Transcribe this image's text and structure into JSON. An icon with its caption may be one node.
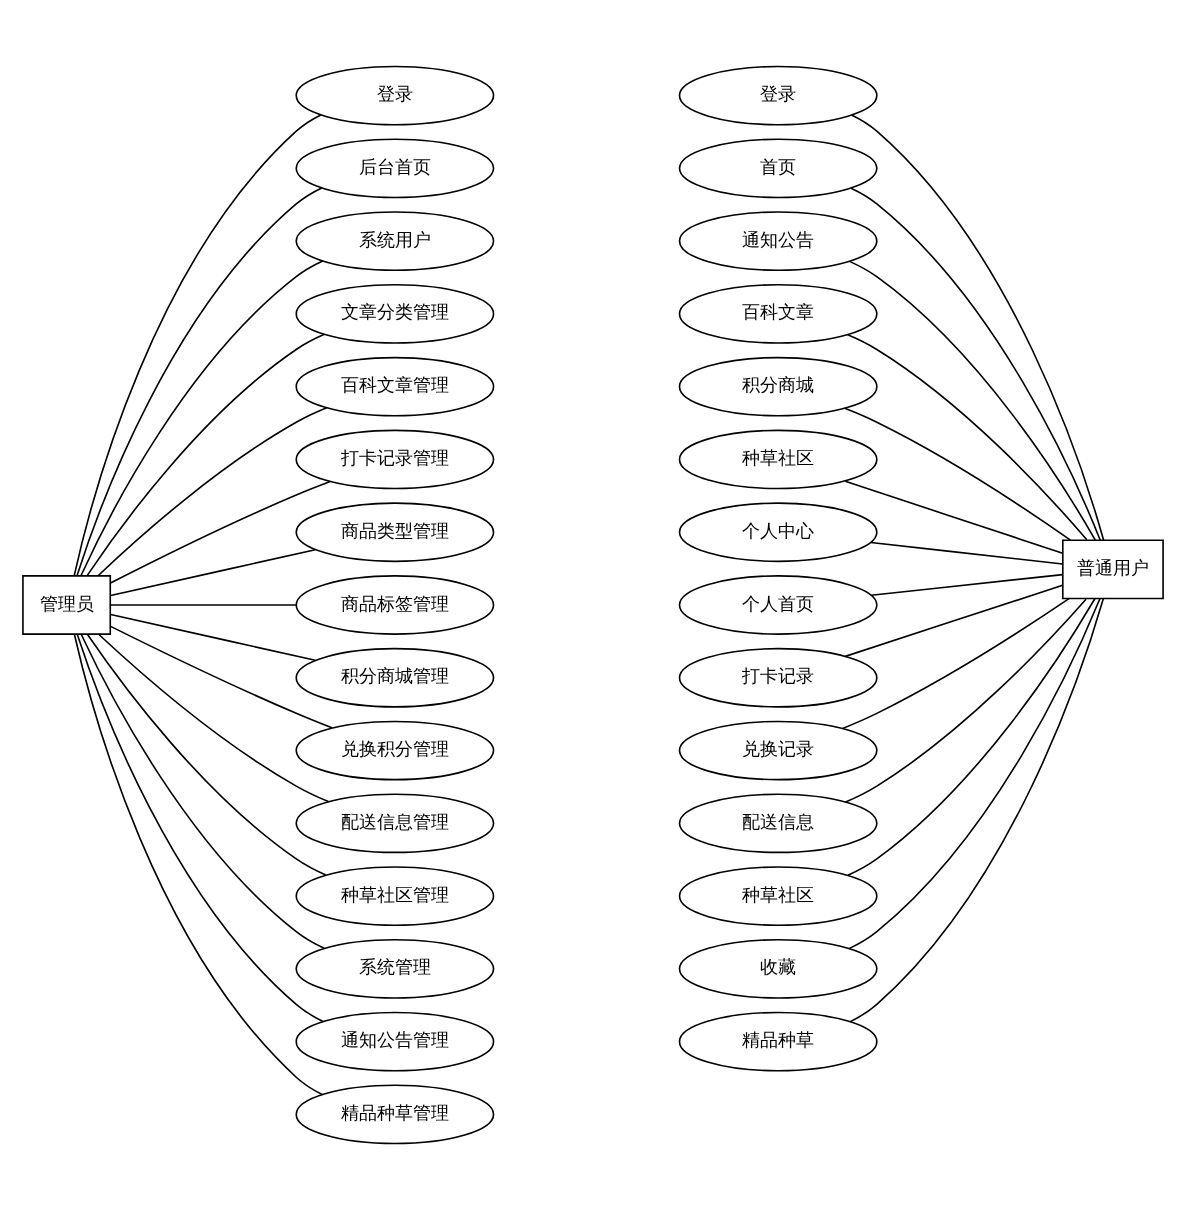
{
  "diagram": {
    "nodes": [
      {
        "text": [
          "管理员"
        ]
      },
      {
        "text": [
          "登录"
        ]
      },
      {
        "text": [
          "后台首页"
        ]
      },
      {
        "text": [
          "系统用户"
        ]
      },
      {
        "text": [
          "文章分类管理"
        ]
      },
      {
        "text": [
          "百科文章管理"
        ]
      },
      {
        "text": [
          "打卡记录管理"
        ]
      },
      {
        "text": [
          "商品类型管理"
        ]
      },
      {
        "text": [
          "商品标签管理"
        ]
      },
      {
        "text": [
          "积分商城管理"
        ]
      },
      {
        "text": [
          "兑换积分管理"
        ]
      },
      {
        "text": [
          "配送信息管理"
        ]
      },
      {
        "text": [
          "种草社区管理"
        ]
      },
      {
        "text": [
          "系统管理"
        ]
      },
      {
        "text": [
          "通知公告管理"
        ]
      },
      {
        "text": [
          "精品种草管理"
        ]
      },
      {
        "text": [
          "登录"
        ]
      },
      {
        "text": [
          "首页"
        ]
      },
      {
        "text": [
          "通知公告"
        ]
      },
      {
        "text": [
          "百科文章"
        ]
      },
      {
        "text": [
          "积分商城"
        ]
      },
      {
        "text": [
          "种草社区"
        ]
      },
      {
        "text": [
          "个人中心"
        ]
      },
      {
        "text": [
          "个人首页"
        ]
      },
      {
        "text": [
          "打卡记录"
        ]
      },
      {
        "text": [
          "兑换记录"
        ]
      },
      {
        "text": [
          "配送信息"
        ]
      },
      {
        "text": [
          "种草社区"
        ]
      },
      {
        "text": [
          "收藏"
        ]
      },
      {
        "text": [
          "精品种草"
        ]
      },
      {
        "text": [
          "普通用户"
        ]
      }
    ],
    "edges": [
      {
        "from": 0,
        "to": 1,
        "arrow": "none"
      },
      {
        "from": 0,
        "to": 2,
        "arrow": "none"
      },
      {
        "from": 0,
        "to": 3,
        "arrow": "none"
      },
      {
        "from": 0,
        "to": 4,
        "arrow": "none"
      },
      {
        "from": 0,
        "to": 5,
        "arrow": "none"
      },
      {
        "from": 0,
        "to": 6,
        "arrow": "none"
      },
      {
        "from": 0,
        "to": 7,
        "arrow": "none"
      },
      {
        "from": 0,
        "to": 8,
        "arrow": "none"
      },
      {
        "from": 0,
        "to": 9,
        "arrow": "none"
      },
      {
        "from": 0,
        "to": 10,
        "arrow": "none"
      },
      {
        "from": 0,
        "to": 11,
        "arrow": "none"
      },
      {
        "from": 0,
        "to": 12,
        "arrow": "none"
      },
      {
        "from": 0,
        "to": 13,
        "arrow": "none"
      },
      {
        "from": 0,
        "to": 14,
        "arrow": "none"
      },
      {
        "from": 0,
        "to": 15,
        "arrow": "none"
      },
      {
        "from": 16,
        "to": 30,
        "arrow": "none"
      },
      {
        "from": 17,
        "to": 30,
        "arrow": "none"
      },
      {
        "from": 18,
        "to": 30,
        "arrow": "none"
      },
      {
        "from": 19,
        "to": 30,
        "arrow": "none"
      },
      {
        "from": 20,
        "to": 30,
        "arrow": "none"
      },
      {
        "from": 21,
        "to": 30,
        "arrow": "none"
      },
      {
        "from": 22,
        "to": 30,
        "arrow": "none"
      },
      {
        "from": 23,
        "to": 30,
        "arrow": "none"
      },
      {
        "from": 24,
        "to": 30,
        "arrow": "none"
      },
      {
        "from": 25,
        "to": 30,
        "arrow": "none"
      },
      {
        "from": 26,
        "to": 30,
        "arrow": "none"
      },
      {
        "from": 27,
        "to": 30,
        "arrow": "none"
      },
      {
        "from": 28,
        "to": 30,
        "arrow": "none"
      },
      {
        "from": 29,
        "to": 30,
        "arrow": "none"
      }
    ]
  }
}
